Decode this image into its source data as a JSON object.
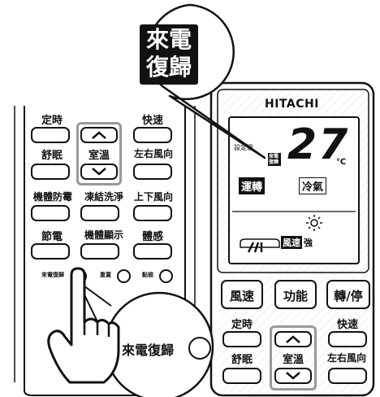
{
  "callout": {
    "line1": "來電",
    "line2": "復歸"
  },
  "left_remote": {
    "labels": {
      "timer": "定時",
      "fast": "快速",
      "sleep": "舒眠",
      "room_temp": "室溫",
      "louver_lr": "左右風向",
      "mold": "機體防霉",
      "freeze_clean": "凍結洗淨",
      "louver_ud": "上下風向",
      "eco": "節電",
      "display": "機體顯示",
      "sense": "體感"
    },
    "small": {
      "recovery": "來電復歸",
      "reset": "重置",
      "check": "點檢"
    }
  },
  "magnifier": {
    "label": "來電復歸"
  },
  "right_remote": {
    "brand": "HITACHI",
    "lcd": {
      "set_temp_tag": "設定溫",
      "recovery_tag": "來電復歸",
      "temp": "27",
      "unit": "℃",
      "mode_run": "運轉",
      "mode_cool": "冷氣",
      "fan_label": "風速",
      "fan_level": "強"
    },
    "buttons": {
      "fan": "風速",
      "func": "功能",
      "onoff": "轉/停"
    },
    "labels": {
      "timer": "定時",
      "fast": "快速",
      "sleep": "舒眠",
      "room_temp": "室溫",
      "louver_lr": "左右風向"
    }
  }
}
